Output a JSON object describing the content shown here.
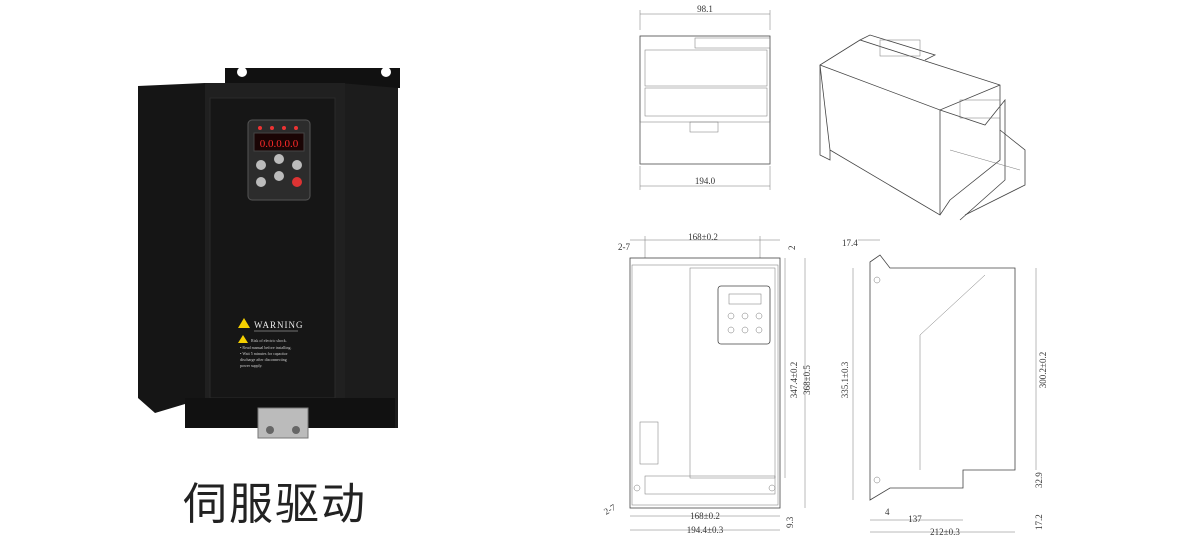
{
  "caption": "伺服驱动",
  "keypad": {
    "display": "0.0.0.0.0"
  },
  "warning_label": {
    "title": "WARNING",
    "lines": [
      "Risk of electric shock.",
      "• Read manual before installing.",
      "• Wait 5 minutes for capacitor",
      "discharge after disconnecting",
      "power supply."
    ]
  },
  "drawings": {
    "top_view": {
      "width_top": "98.1",
      "width_bottom": "194.0"
    },
    "front_view": {
      "hole_label_top": "2-7",
      "hole_label_bottom": "2-7",
      "mount_spacing_top": "168±0.2",
      "mount_spacing_bottom": "168±0.2",
      "overall_width": "194.4±0.3",
      "top_offset": "2",
      "height_inner": "347.4±0.2",
      "height_outer": "368±0.5",
      "bottom_offset": "9.3"
    },
    "side_view": {
      "top_offset": "17.4",
      "left_height": "335.1±0.3",
      "right_height": "300.2±0.2",
      "step_height": "32.9",
      "base_height": "17.2",
      "foot": "4",
      "step_depth": "137",
      "depth": "212±0.3"
    }
  }
}
